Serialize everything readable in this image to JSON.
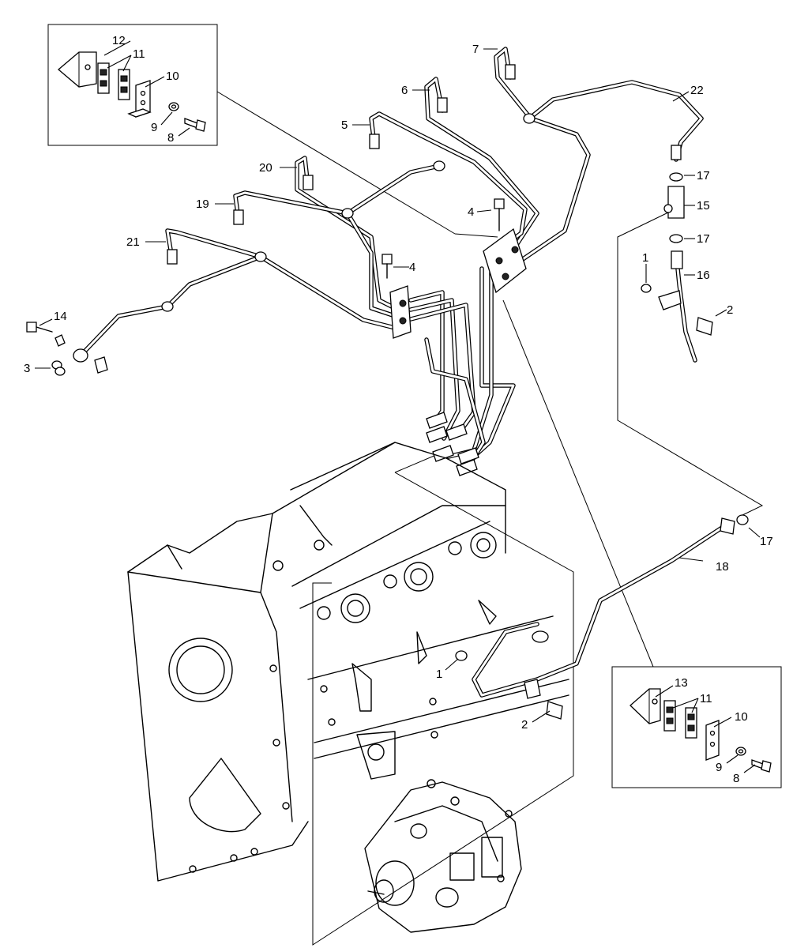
{
  "diagram": {
    "callouts": [
      {
        "id": "c12a",
        "text": "12"
      },
      {
        "id": "c11a",
        "text": "11"
      },
      {
        "id": "c10a",
        "text": "10"
      },
      {
        "id": "c9a",
        "text": "9"
      },
      {
        "id": "c8a",
        "text": "8"
      },
      {
        "id": "c7",
        "text": "7"
      },
      {
        "id": "c6",
        "text": "6"
      },
      {
        "id": "c5",
        "text": "5"
      },
      {
        "id": "c22",
        "text": "22"
      },
      {
        "id": "c20",
        "text": "20"
      },
      {
        "id": "c19",
        "text": "19"
      },
      {
        "id": "c21",
        "text": "21"
      },
      {
        "id": "c4a",
        "text": "4"
      },
      {
        "id": "c4b",
        "text": "4"
      },
      {
        "id": "c17a",
        "text": "17"
      },
      {
        "id": "c15",
        "text": "15"
      },
      {
        "id": "c17b",
        "text": "17"
      },
      {
        "id": "c1a",
        "text": "1"
      },
      {
        "id": "c16",
        "text": "16"
      },
      {
        "id": "c2a",
        "text": "2"
      },
      {
        "id": "c14",
        "text": "14"
      },
      {
        "id": "c3",
        "text": "3"
      },
      {
        "id": "c17c",
        "text": "17"
      },
      {
        "id": "c18",
        "text": "18"
      },
      {
        "id": "c1b",
        "text": "1"
      },
      {
        "id": "c2b",
        "text": "2"
      },
      {
        "id": "c13",
        "text": "13"
      },
      {
        "id": "c11b",
        "text": "11"
      },
      {
        "id": "c10b",
        "text": "10"
      },
      {
        "id": "c9b",
        "text": "9"
      },
      {
        "id": "c8b",
        "text": "8"
      }
    ]
  }
}
